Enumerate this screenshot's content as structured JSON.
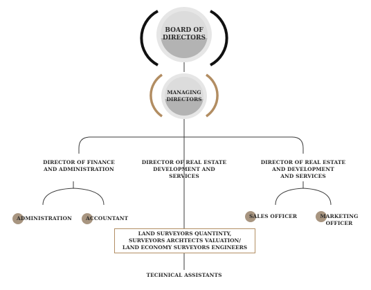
{
  "board": {
    "line1": "BOARD OF",
    "line2": "DIRECTORS"
  },
  "managing": {
    "line1": "MANAGING",
    "line2": "DIRECTORS"
  },
  "finance": {
    "line1": "DIRECTOR OF FINANCE",
    "line2": "AND ADMINISTRATION"
  },
  "realestate_center": {
    "line1": "DIRECTOR OF REAL ESTATE",
    "line2": "DEVELOPMENT AND",
    "line3": "SERVICES"
  },
  "realestate_right": {
    "line1": "DIRECTOR OF REAL ESTATE",
    "line2": "AND DEVELOPMENT",
    "line3": "AND SERVICES"
  },
  "administration": "ADMINISTRATION",
  "accountant": "ACCOUNTANT",
  "sales_officer": "SALES OFFICER",
  "marketing": {
    "line1": "MARKETING",
    "line2": "OFFICER"
  },
  "surveyors": {
    "line1": "LAND SURVEYORS QUANTINTY,",
    "line2": "SURVEYORS ARCHTECTS VALUATION/",
    "line3": "LAND ECONOMY SURVEYORS ENGINEERS"
  },
  "technical": "TECHNICAL ASSISTANTS",
  "colors": {
    "accent": "#b28d62",
    "dot": "#a89580",
    "line": "#3a3a3a",
    "light_gray": "#dcdcdc",
    "mid_gray": "#b3b3b3"
  }
}
